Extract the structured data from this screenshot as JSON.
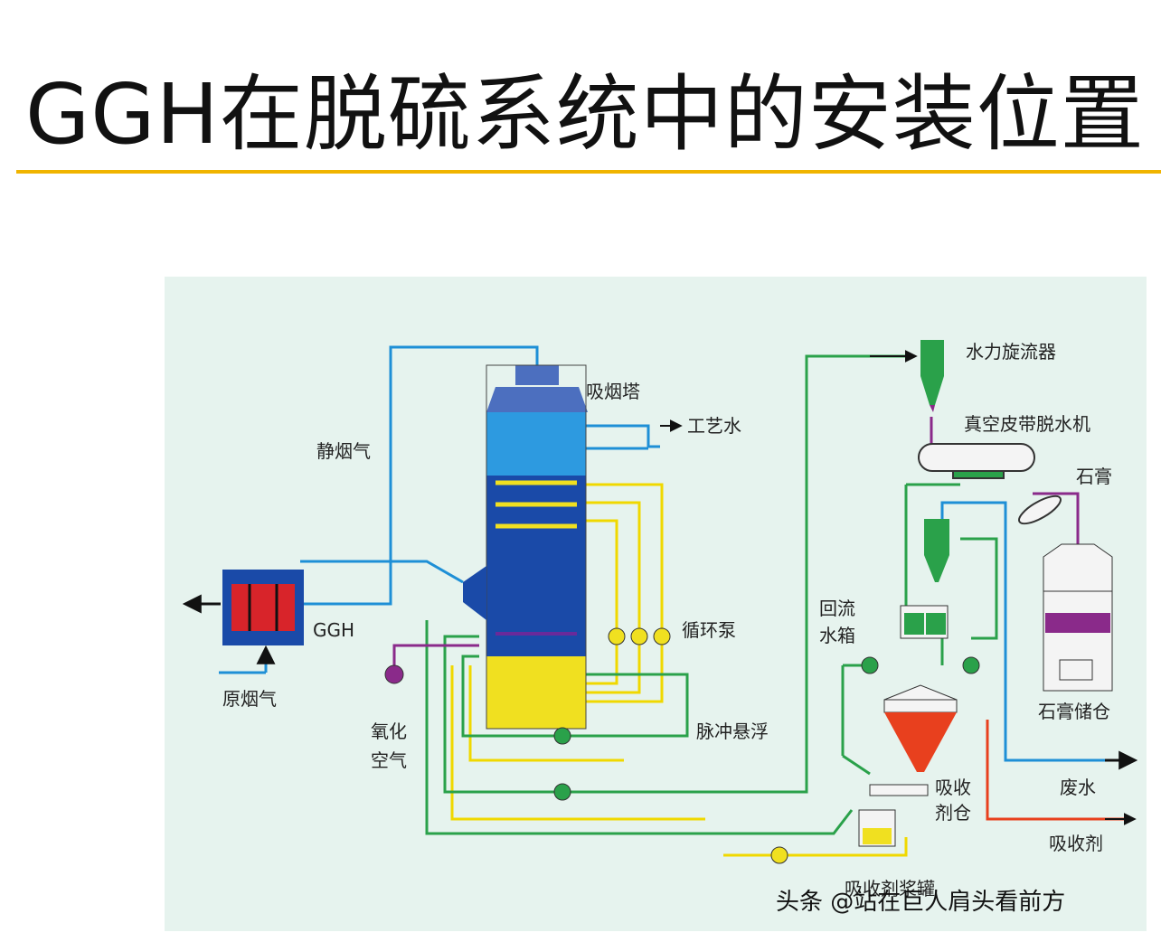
{
  "title": "GGH在脱硫系统中的安装位置",
  "labels": {
    "absorber": "吸烟塔",
    "process_water": "工艺水",
    "clean_flue_gas": "静烟气",
    "ggh": "GGH",
    "raw_flue_gas": "原烟气",
    "circulation_pump": "循环泵",
    "oxidation_air_1": "氧化",
    "oxidation_air_2": "空气",
    "pulse_suspension": "脉冲悬浮",
    "hydrocyclone": "水力旋流器",
    "vacuum_belt": "真空皮带脱水机",
    "gypsum": "石膏",
    "return_tank_1": "回流",
    "return_tank_2": "水箱",
    "gypsum_silo": "石膏储仓",
    "waste_water": "废水",
    "absorbent_silo_1": "吸收",
    "absorbent_silo_2": "剂仓",
    "absorbent": "吸收剂",
    "slurry_tank": "吸收剂浆罐"
  },
  "watermark": "头条 @站在巨人肩头看前方",
  "colors": {
    "accent_rule": "#f0b400",
    "diagram_bg": "#e6f3ee",
    "gas_line": "#1e8fd6",
    "slurry_line": "#f0d800",
    "water_line": "#2aa14a",
    "air_line": "#8a2a8a",
    "absorbent_line": "#e8401e",
    "tower_dark": "#1a4aa8",
    "tower_light": "#2d9ae0",
    "ggh_red": "#d8242a"
  }
}
